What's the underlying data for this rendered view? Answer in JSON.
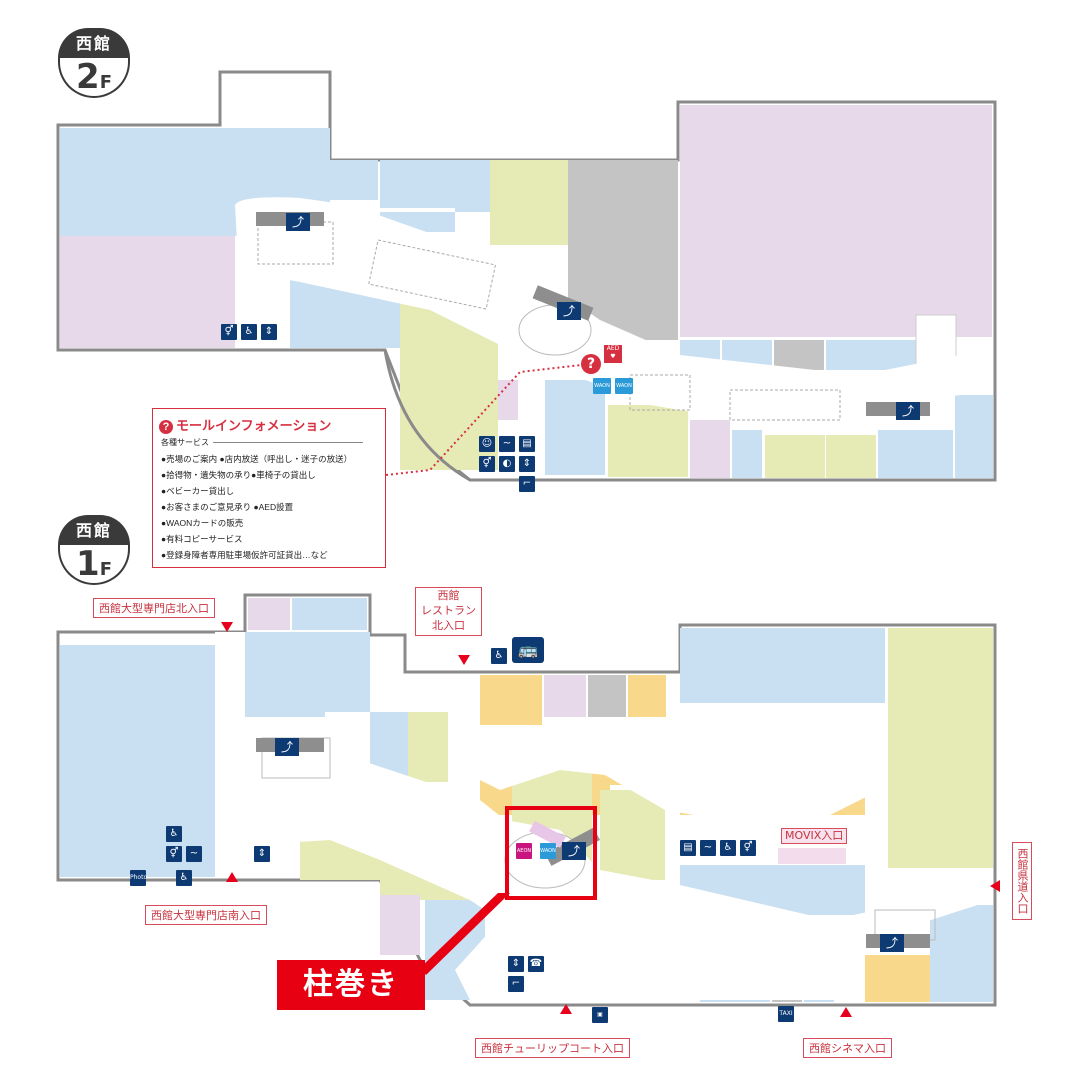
{
  "floors": {
    "upper": {
      "building": "西館",
      "level": "2",
      "unit": "F"
    },
    "lower": {
      "building": "西館",
      "level": "1",
      "unit": "F"
    }
  },
  "info_panel": {
    "title": "モールインフォメーション",
    "subtitle": "各種サービス",
    "lines": [
      "●売場のご案内 ●店内放送（呼出し・迷子の放送）",
      "●拾得物・遺失物の承り●車椅子の貸出し",
      "●ベビーカー貸出し",
      "●お客さまのご意見承り ●AED設置",
      "●WAONカードの販売",
      "●有料コピーサービス",
      "●登録身障者専用駐車場仮許可証貸出…など"
    ]
  },
  "entrances": {
    "north_large": "西館大型専門店北入口",
    "restaurant_north": [
      "西館",
      "レストラン",
      "北入口"
    ],
    "south_large": "西館大型専門店南入口",
    "tulip_court": "西館チューリップコート入口",
    "cinema": "西館シネマ入口",
    "prefectural_road": "西館県道入口"
  },
  "movix": "MOVIX入口",
  "callout": "柱巻き",
  "aed_label": "AED",
  "icons": {
    "escalator": "escalator-icon",
    "restroom": "restroom-icon",
    "wheelchair": "wheelchair-icon",
    "elevator": "elevator-icon",
    "info": "info-icon",
    "bus": "bus-icon",
    "taxi": "taxi-icon",
    "phone": "phone-icon",
    "smoking": "smoking-icon",
    "atm": "atm-icon"
  },
  "icon_text": {
    "taxi": "TAXI",
    "photo": "Photo",
    "aeon": "AEON",
    "waon": "WAON"
  },
  "colors": {
    "store_blue": "#c9dff2",
    "store_pink": "#e8d9ea",
    "store_green": "#e6ebb5",
    "store_gray": "#c4c4c4",
    "store_orange": "#f8d98c",
    "corridor": "#ffffff",
    "wall": "#8a8a8a",
    "accent_red": "#e60012",
    "sign_navy": "#0d3a73"
  }
}
